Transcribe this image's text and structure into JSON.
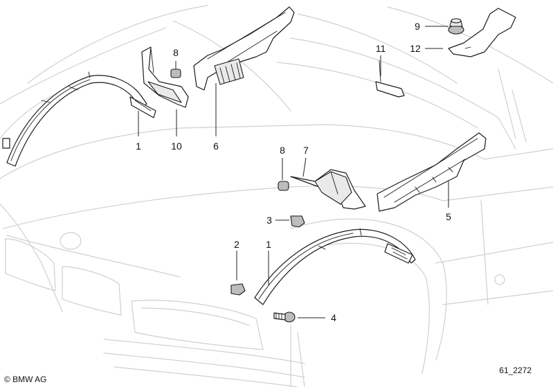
{
  "callouts": [
    {
      "id": "1a",
      "label": "1"
    },
    {
      "id": "10",
      "label": "10"
    },
    {
      "id": "6",
      "label": "6"
    },
    {
      "id": "8a",
      "label": "8"
    },
    {
      "id": "9",
      "label": "9"
    },
    {
      "id": "11",
      "label": "11"
    },
    {
      "id": "12",
      "label": "12"
    },
    {
      "id": "8b",
      "label": "8"
    },
    {
      "id": "7",
      "label": "7"
    },
    {
      "id": "5",
      "label": "5"
    },
    {
      "id": "3",
      "label": "3"
    },
    {
      "id": "2",
      "label": "2"
    },
    {
      "id": "1b",
      "label": "1"
    },
    {
      "id": "4",
      "label": "4"
    }
  ],
  "copyright": "© BMW AG",
  "diagram_number": "61_2272"
}
